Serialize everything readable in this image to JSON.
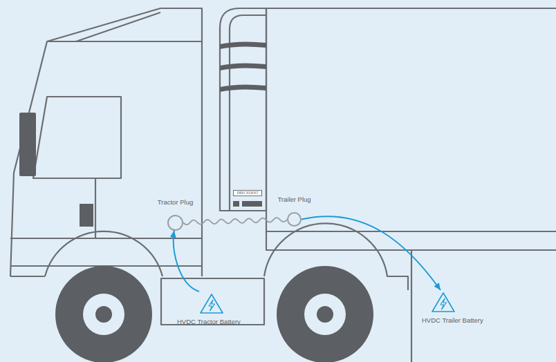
{
  "diagram": {
    "nodes": [
      {
        "text": [
          "Tractor Plug"
        ]
      },
      {
        "text": [
          "Trailer Plug"
        ]
      },
      {
        "text": [
          "HVDC Tractor Battery"
        ]
      },
      {
        "text": [
          "HVDC Trailer Battery"
        ]
      }
    ],
    "edges": [
      {
        "from": 2,
        "to": 0,
        "arrow": "to"
      },
      {
        "from": 1,
        "to": 3,
        "arrow": "to"
      },
      {
        "from": 0,
        "to": 1,
        "arrow": "none"
      }
    ],
    "labels": [
      "PRECEDENT"
    ]
  }
}
